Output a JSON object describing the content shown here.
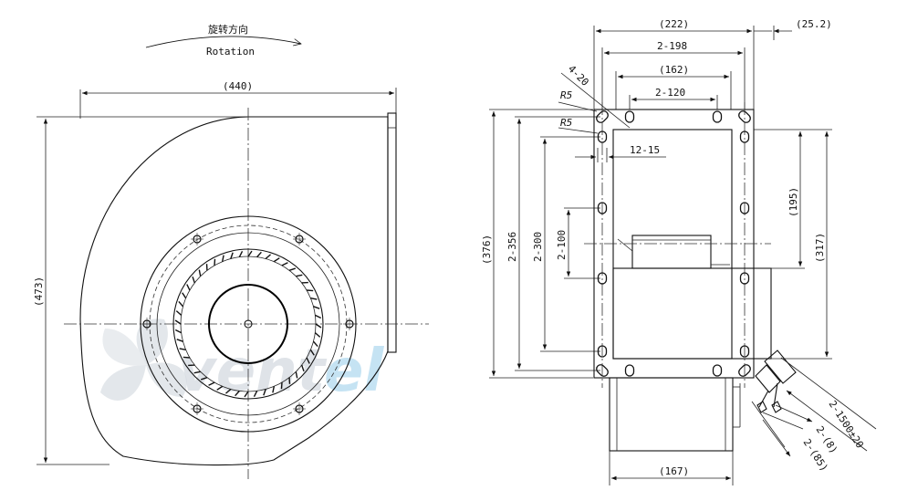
{
  "rotation": {
    "title_cn": "旋转方向",
    "title_en": "Rotation"
  },
  "watermark": {
    "part1": "vent",
    "part2": "el",
    "color_main": "#d8dde3",
    "color_accent": "#bfe0f2"
  },
  "front_view": {
    "width_dim": "(440)",
    "height_dim": "(473)"
  },
  "side_view": {
    "top_dims": [
      "(222)",
      "2-198",
      "(162)",
      "2-120"
    ],
    "offset_dim": "(25.2)",
    "hole_dim": "4-20",
    "radius_labels": [
      "R5",
      "R5"
    ],
    "slot_dim": "12-15",
    "left_dims": [
      "(376)",
      "2-356",
      "2-300",
      "2-100"
    ],
    "right_dims": [
      "(195)",
      "(317)"
    ],
    "bottom_dim": "(167)",
    "cable_dims": [
      "2-1500±20",
      "2-(8)",
      "2-(85)"
    ]
  }
}
